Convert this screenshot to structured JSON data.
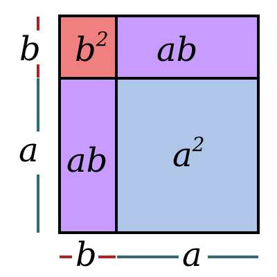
{
  "labels": {
    "b_squared_base": "b",
    "b_squared_exp": "2",
    "a_squared_base": "a",
    "a_squared_exp": "2",
    "ab_top": "ab",
    "ab_left": "ab",
    "side_b": "b",
    "side_a": "a",
    "bottom_b": "b",
    "bottom_a": "a"
  },
  "colors": {
    "b_squared_fill": "#F08080",
    "ab_fill": "#C79BFF",
    "a_squared_fill": "#AFC6E8",
    "a_measure": "#2E6E73",
    "b_measure": "#B22222",
    "outline": "#000000"
  }
}
